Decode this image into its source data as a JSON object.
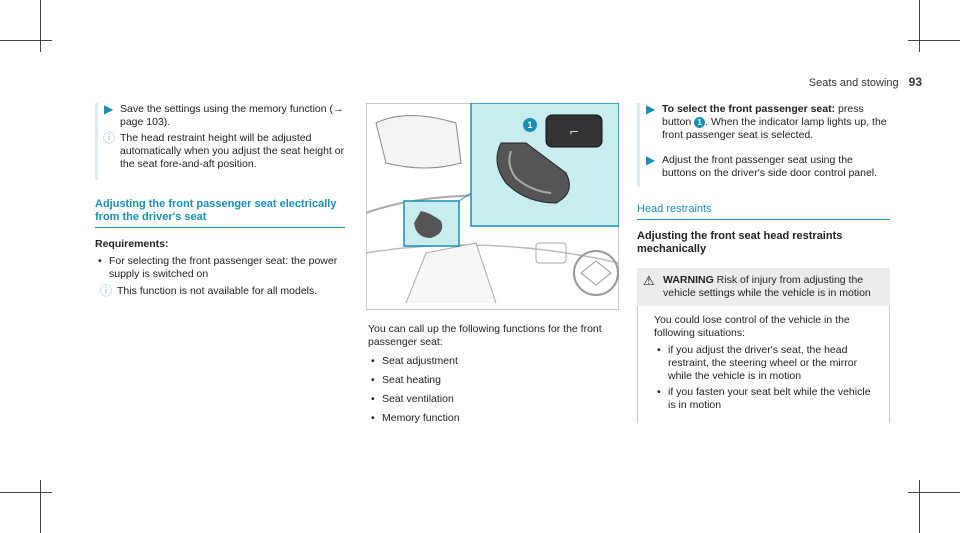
{
  "header": {
    "section": "Seats and stowing",
    "page": "93"
  },
  "left": {
    "step1": "Save the settings using the memory function (→ page 103).",
    "info1": "The head restraint height will be adjusted automatically when you adjust the seat height or the seat fore-and-aft position.",
    "heading": "Adjusting the front passenger seat electrically from the driver's seat",
    "req_label": "Requirements:",
    "bullet1": "For selecting the front passenger seat: the power supply is switched on",
    "info2": "This function is not available for all models."
  },
  "middle": {
    "intro": "You can call up the following functions for the front passenger seat:",
    "items": [
      "Seat adjustment",
      "Seat heating",
      "Seat ventilation",
      "Memory function"
    ],
    "callout": "1"
  },
  "right": {
    "step1_bold": "To select the front passenger seat:",
    "step1_rest": " press button ",
    "step1_num": "1",
    "step1_tail": ". When the indicator lamp lights up, the front passenger seat is selected.",
    "step2": "Adjust the front passenger seat using the buttons on the driver's side door control panel.",
    "section": "Head restraints",
    "heading": "Adjusting the front seat head restraints mechanically",
    "warn_label": "WARNING",
    "warn_text": " Risk of injury from adjusting the vehicle settings while the vehicle is in motion",
    "body": "You could lose control of the vehicle in the following situations:",
    "items": [
      "if you adjust the driver's seat, the head restraint, the steering wheel or the mirror while the vehicle is in motion",
      "if you fasten your seat belt while the vehicle is in motion"
    ]
  },
  "colors": {
    "accent": "#1a8fb5",
    "highlight": "#c8ecf0"
  }
}
